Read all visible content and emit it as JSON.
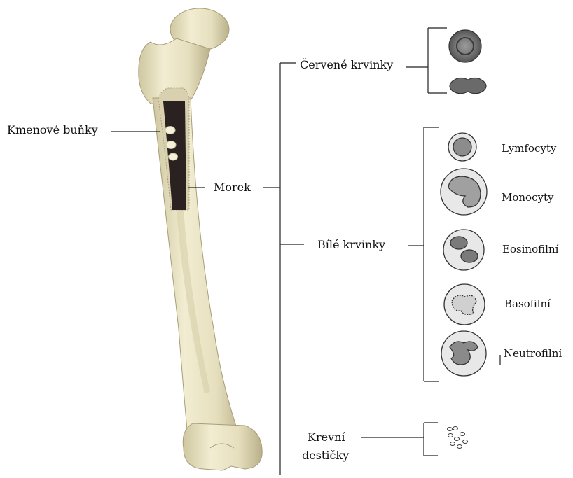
{
  "labels": {
    "stem_cells": "Kmenové buňky",
    "marrow": "Morek",
    "red_cells": "Červené krvinky",
    "white_cells": "Bílé krvinky",
    "platelets_line1": "Krevní",
    "platelets_line2": "destičky",
    "lymphocytes": "Lymfocyty",
    "monocytes": "Monocyty",
    "eosinophils": "Eosinofilní",
    "basophils": "Basofilní",
    "neutrophils": "Neutrofilní"
  },
  "colors": {
    "bone": "#ece6c6",
    "bone_shadow": "#b8af88",
    "marrow": "#2a2220",
    "line": "#222222",
    "cell_fill": "#e8e8e8",
    "cell_dark": "#6e6e6e",
    "nucleus": "#8c8c8c"
  }
}
